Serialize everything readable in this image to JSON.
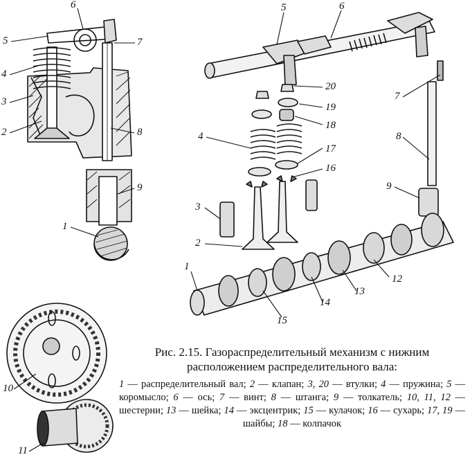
{
  "figure": {
    "labels": {
      "left": [
        "6",
        "5",
        "7",
        "4",
        "3",
        "2",
        "8",
        "9",
        "1"
      ],
      "right": [
        "5",
        "6",
        "20",
        "7",
        "19",
        "18",
        "4",
        "8",
        "17",
        "16",
        "9",
        "3",
        "2",
        "1",
        "12",
        "13",
        "14",
        "15"
      ],
      "gears": [
        "10",
        "11"
      ]
    },
    "caption_title": "Рис. 2.15. Газораспределительный механизм с нижним расположением распределительного вала:",
    "legend": [
      {
        "num": "1",
        "text": "распределительный вал;"
      },
      {
        "num": "2",
        "text": "клапан;"
      },
      {
        "num": "3, 20",
        "text": "втулки;"
      },
      {
        "num": "4",
        "text": "пружина;"
      },
      {
        "num": "5",
        "text": "коромысло;"
      },
      {
        "num": "6",
        "text": "ось;"
      },
      {
        "num": "7",
        "text": "винт;"
      },
      {
        "num": "8",
        "text": "штанга;"
      },
      {
        "num": "9",
        "text": "толкатель;"
      },
      {
        "num": "10, 11, 12",
        "text": "шестерни;"
      },
      {
        "num": "13",
        "text": "шейка;"
      },
      {
        "num": "14",
        "text": "эксцентрик;"
      },
      {
        "num": "15",
        "text": "кулачок;"
      },
      {
        "num": "16",
        "text": "сухарь;"
      },
      {
        "num": "17, 19",
        "text": "шайбы;"
      },
      {
        "num": "18",
        "text": "колпачок"
      }
    ]
  }
}
